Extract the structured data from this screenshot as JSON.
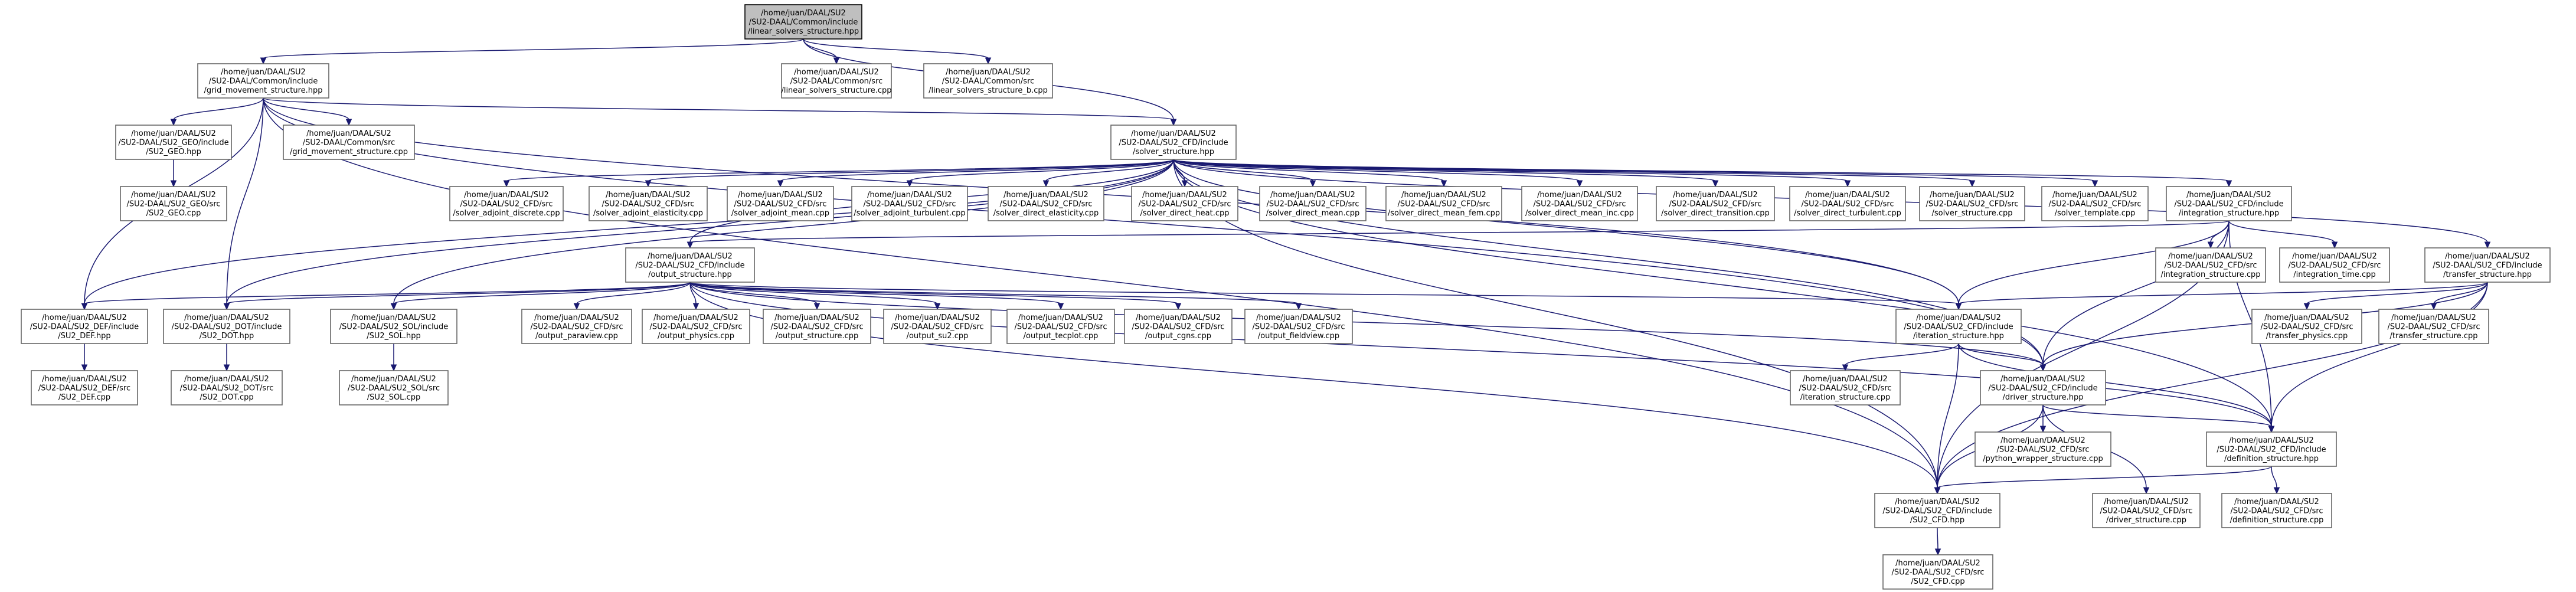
{
  "nodes": [
    {
      "id": "linear_solvers_hpp",
      "lines": [
        "/home/juan/DAAL/SU2",
        "/SU2-DAAL/Common/include",
        "/linear_solvers_structure.hpp"
      ],
      "root": true
    },
    {
      "id": "grid_movement_hpp",
      "lines": [
        "/home/juan/DAAL/SU2",
        "/SU2-DAAL/Common/include",
        "/grid_movement_structure.hpp"
      ]
    },
    {
      "id": "linear_solvers_cpp",
      "lines": [
        "/home/juan/DAAL/SU2",
        "/SU2-DAAL/Common/src",
        "/linear_solvers_structure.cpp"
      ]
    },
    {
      "id": "linear_solvers_b_cpp",
      "lines": [
        "/home/juan/DAAL/SU2",
        "/SU2-DAAL/Common/src",
        "/linear_solvers_structure_b.cpp"
      ]
    },
    {
      "id": "solver_structure_hpp",
      "lines": [
        "/home/juan/DAAL/SU2",
        "/SU2-DAAL/SU2_CFD/include",
        "/solver_structure.hpp"
      ]
    },
    {
      "id": "geo_hpp",
      "lines": [
        "/home/juan/DAAL/SU2",
        "/SU2-DAAL/SU2_GEO/include",
        "/SU2_GEO.hpp"
      ]
    },
    {
      "id": "grid_movement_cpp",
      "lines": [
        "/home/juan/DAAL/SU2",
        "/SU2-DAAL/Common/src",
        "/grid_movement_structure.cpp"
      ]
    },
    {
      "id": "geo_cpp",
      "lines": [
        "/home/juan/DAAL/SU2",
        "/SU2-DAAL/SU2_GEO/src",
        "/SU2_GEO.cpp"
      ]
    },
    {
      "id": "solver_adjoint_discrete",
      "lines": [
        "/home/juan/DAAL/SU2",
        "/SU2-DAAL/SU2_CFD/src",
        "/solver_adjoint_discrete.cpp"
      ]
    },
    {
      "id": "solver_adjoint_elasticity",
      "lines": [
        "/home/juan/DAAL/SU2",
        "/SU2-DAAL/SU2_CFD/src",
        "/solver_adjoint_elasticity.cpp"
      ]
    },
    {
      "id": "solver_adjoint_mean",
      "lines": [
        "/home/juan/DAAL/SU2",
        "/SU2-DAAL/SU2_CFD/src",
        "/solver_adjoint_mean.cpp"
      ]
    },
    {
      "id": "solver_adjoint_turbulent",
      "lines": [
        "/home/juan/DAAL/SU2",
        "/SU2-DAAL/SU2_CFD/src",
        "/solver_adjoint_turbulent.cpp"
      ]
    },
    {
      "id": "solver_direct_elasticity",
      "lines": [
        "/home/juan/DAAL/SU2",
        "/SU2-DAAL/SU2_CFD/src",
        "/solver_direct_elasticity.cpp"
      ]
    },
    {
      "id": "solver_direct_heat",
      "lines": [
        "/home/juan/DAAL/SU2",
        "/SU2-DAAL/SU2_CFD/src",
        "/solver_direct_heat.cpp"
      ]
    },
    {
      "id": "solver_direct_mean",
      "lines": [
        "/home/juan/DAAL/SU2",
        "/SU2-DAAL/SU2_CFD/src",
        "/solver_direct_mean.cpp"
      ]
    },
    {
      "id": "solver_direct_mean_fem",
      "lines": [
        "/home/juan/DAAL/SU2",
        "/SU2-DAAL/SU2_CFD/src",
        "/solver_direct_mean_fem.cpp"
      ]
    },
    {
      "id": "solver_direct_mean_inc",
      "lines": [
        "/home/juan/DAAL/SU2",
        "/SU2-DAAL/SU2_CFD/src",
        "/solver_direct_mean_inc.cpp"
      ]
    },
    {
      "id": "solver_direct_transition",
      "lines": [
        "/home/juan/DAAL/SU2",
        "/SU2-DAAL/SU2_CFD/src",
        "/solver_direct_transition.cpp"
      ]
    },
    {
      "id": "solver_direct_turbulent",
      "lines": [
        "/home/juan/DAAL/SU2",
        "/SU2-DAAL/SU2_CFD/src",
        "/solver_direct_turbulent.cpp"
      ]
    },
    {
      "id": "solver_structure_cpp",
      "lines": [
        "/home/juan/DAAL/SU2",
        "/SU2-DAAL/SU2_CFD/src",
        "/solver_structure.cpp"
      ]
    },
    {
      "id": "solver_template_cpp",
      "lines": [
        "/home/juan/DAAL/SU2",
        "/SU2-DAAL/SU2_CFD/src",
        "/solver_template.cpp"
      ]
    },
    {
      "id": "integration_hpp",
      "lines": [
        "/home/juan/DAAL/SU2",
        "/SU2-DAAL/SU2_CFD/include",
        "/integration_structure.hpp"
      ]
    },
    {
      "id": "output_hpp",
      "lines": [
        "/home/juan/DAAL/SU2",
        "/SU2-DAAL/SU2_CFD/include",
        "/output_structure.hpp"
      ]
    },
    {
      "id": "integration_cpp",
      "lines": [
        "/home/juan/DAAL/SU2",
        "/SU2-DAAL/SU2_CFD/src",
        "/integration_structure.cpp"
      ]
    },
    {
      "id": "integration_time_cpp",
      "lines": [
        "/home/juan/DAAL/SU2",
        "/SU2-DAAL/SU2_CFD/src",
        "/integration_time.cpp"
      ]
    },
    {
      "id": "transfer_hpp",
      "lines": [
        "/home/juan/DAAL/SU2",
        "/SU2-DAAL/SU2_CFD/include",
        "/transfer_structure.hpp"
      ]
    },
    {
      "id": "def_hpp",
      "lines": [
        "/home/juan/DAAL/SU2",
        "/SU2-DAAL/SU2_DEF/include",
        "/SU2_DEF.hpp"
      ]
    },
    {
      "id": "dot_hpp",
      "lines": [
        "/home/juan/DAAL/SU2",
        "/SU2-DAAL/SU2_DOT/include",
        "/SU2_DOT.hpp"
      ]
    },
    {
      "id": "sol_hpp",
      "lines": [
        "/home/juan/DAAL/SU2",
        "/SU2-DAAL/SU2_SOL/include",
        "/SU2_SOL.hpp"
      ]
    },
    {
      "id": "output_paraview",
      "lines": [
        "/home/juan/DAAL/SU2",
        "/SU2-DAAL/SU2_CFD/src",
        "/output_paraview.cpp"
      ]
    },
    {
      "id": "output_physics",
      "lines": [
        "/home/juan/DAAL/SU2",
        "/SU2-DAAL/SU2_CFD/src",
        "/output_physics.cpp"
      ]
    },
    {
      "id": "output_structure_cpp",
      "lines": [
        "/home/juan/DAAL/SU2",
        "/SU2-DAAL/SU2_CFD/src",
        "/output_structure.cpp"
      ]
    },
    {
      "id": "output_su2",
      "lines": [
        "/home/juan/DAAL/SU2",
        "/SU2-DAAL/SU2_CFD/src",
        "/output_su2.cpp"
      ]
    },
    {
      "id": "output_tecplot",
      "lines": [
        "/home/juan/DAAL/SU2",
        "/SU2-DAAL/SU2_CFD/src",
        "/output_tecplot.cpp"
      ]
    },
    {
      "id": "output_cgns",
      "lines": [
        "/home/juan/DAAL/SU2",
        "/SU2-DAAL/SU2_CFD/src",
        "/output_cgns.cpp"
      ]
    },
    {
      "id": "output_fieldview",
      "lines": [
        "/home/juan/DAAL/SU2",
        "/SU2-DAAL/SU2_CFD/src",
        "/output_fieldview.cpp"
      ]
    },
    {
      "id": "iteration_hpp",
      "lines": [
        "/home/juan/DAAL/SU2",
        "/SU2-DAAL/SU2_CFD/include",
        "/iteration_structure.hpp"
      ]
    },
    {
      "id": "transfer_physics_cpp",
      "lines": [
        "/home/juan/DAAL/SU2",
        "/SU2-DAAL/SU2_CFD/src",
        "/transfer_physics.cpp"
      ]
    },
    {
      "id": "transfer_structure_cpp",
      "lines": [
        "/home/juan/DAAL/SU2",
        "/SU2-DAAL/SU2_CFD/src",
        "/transfer_structure.cpp"
      ]
    },
    {
      "id": "def_cpp",
      "lines": [
        "/home/juan/DAAL/SU2",
        "/SU2-DAAL/SU2_DEF/src",
        "/SU2_DEF.cpp"
      ]
    },
    {
      "id": "dot_cpp",
      "lines": [
        "/home/juan/DAAL/SU2",
        "/SU2-DAAL/SU2_DOT/src",
        "/SU2_DOT.cpp"
      ]
    },
    {
      "id": "sol_cpp",
      "lines": [
        "/home/juan/DAAL/SU2",
        "/SU2-DAAL/SU2_SOL/src",
        "/SU2_SOL.cpp"
      ]
    },
    {
      "id": "iteration_cpp",
      "lines": [
        "/home/juan/DAAL/SU2",
        "/SU2-DAAL/SU2_CFD/src",
        "/iteration_structure.cpp"
      ]
    },
    {
      "id": "driver_hpp",
      "lines": [
        "/home/juan/DAAL/SU2",
        "/SU2-DAAL/SU2_CFD/include",
        "/driver_structure.hpp"
      ]
    },
    {
      "id": "python_wrapper_cpp",
      "lines": [
        "/home/juan/DAAL/SU2",
        "/SU2-DAAL/SU2_CFD/src",
        "/python_wrapper_structure.cpp"
      ]
    },
    {
      "id": "definition_hpp",
      "lines": [
        "/home/juan/DAAL/SU2",
        "/SU2-DAAL/SU2_CFD/include",
        "/definition_structure.hpp"
      ]
    },
    {
      "id": "cfd_hpp",
      "lines": [
        "/home/juan/DAAL/SU2",
        "/SU2-DAAL/SU2_CFD/include",
        "/SU2_CFD.hpp"
      ]
    },
    {
      "id": "driver_cpp",
      "lines": [
        "/home/juan/DAAL/SU2",
        "/SU2-DAAL/SU2_CFD/src",
        "/driver_structure.cpp"
      ]
    },
    {
      "id": "definition_cpp",
      "lines": [
        "/home/juan/DAAL/SU2",
        "/SU2-DAAL/SU2_CFD/src",
        "/definition_structure.cpp"
      ]
    },
    {
      "id": "cfd_cpp",
      "lines": [
        "/home/juan/DAAL/SU2",
        "/SU2-DAAL/SU2_CFD/src",
        "/SU2_CFD.cpp"
      ]
    }
  ],
  "edges": [
    [
      "linear_solvers_hpp",
      "grid_movement_hpp"
    ],
    [
      "linear_solvers_hpp",
      "linear_solvers_cpp"
    ],
    [
      "linear_solvers_hpp",
      "linear_solvers_b_cpp"
    ],
    [
      "linear_solvers_hpp",
      "solver_structure_hpp"
    ],
    [
      "grid_movement_hpp",
      "geo_hpp"
    ],
    [
      "grid_movement_hpp",
      "grid_movement_cpp"
    ],
    [
      "grid_movement_hpp",
      "solver_structure_hpp"
    ],
    [
      "grid_movement_hpp",
      "def_hpp"
    ],
    [
      "grid_movement_hpp",
      "dot_hpp"
    ],
    [
      "grid_movement_hpp",
      "iteration_hpp"
    ],
    [
      "grid_movement_hpp",
      "driver_hpp"
    ],
    [
      "grid_movement_hpp",
      "cfd_hpp"
    ],
    [
      "geo_hpp",
      "geo_cpp"
    ],
    [
      "solver_structure_hpp",
      "solver_adjoint_discrete"
    ],
    [
      "solver_structure_hpp",
      "solver_adjoint_elasticity"
    ],
    [
      "solver_structure_hpp",
      "solver_adjoint_mean"
    ],
    [
      "solver_structure_hpp",
      "solver_adjoint_turbulent"
    ],
    [
      "solver_structure_hpp",
      "solver_direct_elasticity"
    ],
    [
      "solver_structure_hpp",
      "solver_direct_heat"
    ],
    [
      "solver_structure_hpp",
      "solver_direct_mean"
    ],
    [
      "solver_structure_hpp",
      "solver_direct_mean_fem"
    ],
    [
      "solver_structure_hpp",
      "solver_direct_mean_inc"
    ],
    [
      "solver_structure_hpp",
      "solver_direct_transition"
    ],
    [
      "solver_structure_hpp",
      "solver_direct_turbulent"
    ],
    [
      "solver_structure_hpp",
      "solver_structure_cpp"
    ],
    [
      "solver_structure_hpp",
      "solver_template_cpp"
    ],
    [
      "solver_structure_hpp",
      "integration_hpp"
    ],
    [
      "solver_structure_hpp",
      "output_hpp"
    ],
    [
      "solver_structure_hpp",
      "transfer_hpp"
    ],
    [
      "solver_structure_hpp",
      "def_hpp"
    ],
    [
      "solver_structure_hpp",
      "dot_hpp"
    ],
    [
      "solver_structure_hpp",
      "sol_hpp"
    ],
    [
      "solver_structure_hpp",
      "iteration_hpp"
    ],
    [
      "solver_structure_hpp",
      "driver_hpp"
    ],
    [
      "solver_structure_hpp",
      "definition_hpp"
    ],
    [
      "solver_structure_hpp",
      "cfd_hpp"
    ],
    [
      "integration_hpp",
      "integration_cpp"
    ],
    [
      "integration_hpp",
      "integration_time_cpp"
    ],
    [
      "integration_hpp",
      "output_hpp"
    ],
    [
      "integration_hpp",
      "iteration_hpp"
    ],
    [
      "integration_hpp",
      "driver_hpp"
    ],
    [
      "integration_hpp",
      "definition_hpp"
    ],
    [
      "integration_hpp",
      "cfd_hpp"
    ],
    [
      "output_hpp",
      "def_hpp"
    ],
    [
      "output_hpp",
      "dot_hpp"
    ],
    [
      "output_hpp",
      "sol_hpp"
    ],
    [
      "output_hpp",
      "output_paraview"
    ],
    [
      "output_hpp",
      "output_physics"
    ],
    [
      "output_hpp",
      "output_structure_cpp"
    ],
    [
      "output_hpp",
      "output_su2"
    ],
    [
      "output_hpp",
      "output_tecplot"
    ],
    [
      "output_hpp",
      "output_cgns"
    ],
    [
      "output_hpp",
      "output_fieldview"
    ],
    [
      "output_hpp",
      "iteration_hpp"
    ],
    [
      "output_hpp",
      "driver_hpp"
    ],
    [
      "output_hpp",
      "definition_hpp"
    ],
    [
      "output_hpp",
      "cfd_hpp"
    ],
    [
      "transfer_hpp",
      "iteration_hpp"
    ],
    [
      "transfer_hpp",
      "transfer_physics_cpp"
    ],
    [
      "transfer_hpp",
      "transfer_structure_cpp"
    ],
    [
      "transfer_hpp",
      "driver_hpp"
    ],
    [
      "transfer_hpp",
      "definition_hpp"
    ],
    [
      "transfer_hpp",
      "cfd_hpp"
    ],
    [
      "def_hpp",
      "def_cpp"
    ],
    [
      "dot_hpp",
      "dot_cpp"
    ],
    [
      "sol_hpp",
      "sol_cpp"
    ],
    [
      "iteration_hpp",
      "iteration_cpp"
    ],
    [
      "iteration_hpp",
      "driver_hpp"
    ],
    [
      "iteration_hpp",
      "definition_hpp"
    ],
    [
      "iteration_hpp",
      "cfd_hpp"
    ],
    [
      "driver_hpp",
      "python_wrapper_cpp"
    ],
    [
      "driver_hpp",
      "driver_cpp"
    ],
    [
      "driver_hpp",
      "definition_hpp"
    ],
    [
      "driver_hpp",
      "cfd_hpp"
    ],
    [
      "definition_hpp",
      "definition_cpp"
    ],
    [
      "definition_hpp",
      "cfd_hpp"
    ],
    [
      "cfd_hpp",
      "cfd_cpp"
    ]
  ]
}
